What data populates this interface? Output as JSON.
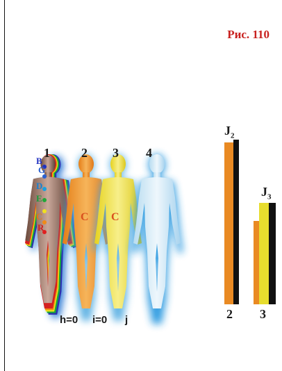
{
  "caption": "Рис. 110",
  "figures": [
    {
      "number": "1"
    },
    {
      "number": "2"
    },
    {
      "number": "3"
    },
    {
      "number": "4"
    }
  ],
  "chakra_letters": [
    "B",
    "G",
    "D",
    "E",
    "C",
    "R"
  ],
  "inner_letters": [
    "C",
    "C"
  ],
  "bottom_labels": [
    "h=0",
    "i=0",
    "j"
  ],
  "bars": {
    "j2_label_main": "J",
    "j2_label_sub": "2",
    "j3_label_main": "J",
    "j3_label_sub": "3",
    "group2_label": "2",
    "group3_label": "3"
  },
  "colors": {
    "caption": "#c8211f",
    "orange": "#e98a23",
    "yellow": "#e7dd2e",
    "blue_aura": "#4aa8e0",
    "black": "#111111"
  }
}
